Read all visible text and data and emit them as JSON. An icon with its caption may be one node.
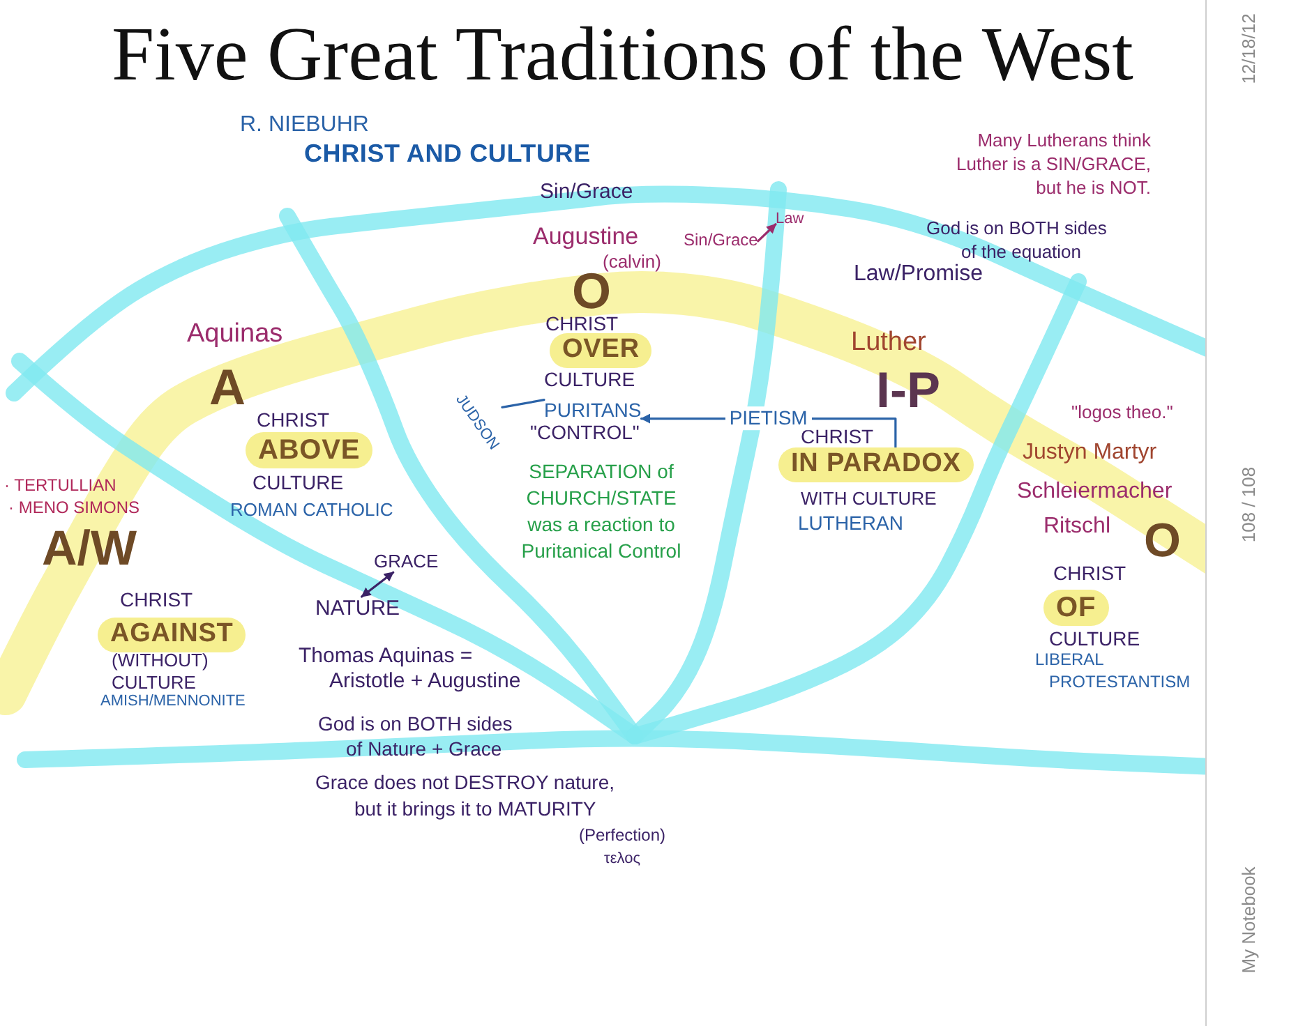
{
  "diagram": {
    "title": "Five Great Traditions of the West",
    "nodes": [
      {
        "text": [
          "Sin/Grace"
        ]
      },
      {
        "text": [
          "Law"
        ]
      },
      {
        "text": [
          "OVER"
        ],
        "beside": [
          "CHRIST",
          "CULTURE"
        ]
      },
      {
        "text": [
          "JUDSON"
        ]
      },
      {
        "text": [
          "PURITANS"
        ]
      },
      {
        "text": [
          "ABOVE"
        ],
        "beside": [
          "CHRIST",
          "CULTURE"
        ]
      },
      {
        "text": [
          "IN PARADOX"
        ],
        "beside": [
          "CHRIST",
          "WITH CULTURE"
        ]
      },
      {
        "text": [
          "GRACE"
        ]
      },
      {
        "text": [
          "OF"
        ],
        "beside": [
          "CHRIST",
          "CULTURE"
        ]
      },
      {
        "text": [
          "NATURE"
        ]
      },
      {
        "text": [
          "AGAINST"
        ],
        "beside": [
          "CHRIST",
          "(WITHOUT) CULTURE"
        ]
      }
    ],
    "edges": [
      {
        "from": 0,
        "to": 1,
        "arrow": "to",
        "color": "#9b2c6c"
      },
      {
        "from": 3,
        "to": 4,
        "arrow": "none"
      },
      {
        "from": 6,
        "to": 4,
        "arrow": "to",
        "label": "PIETISM"
      },
      {
        "from": 9,
        "to": 7,
        "arrow": "both",
        "color": "#3b2266"
      }
    ],
    "labels": [
      "R. NIEBUHR",
      "CHRIST AND CULTURE",
      "Many Lutherans think Luther is a SIN/GRACE, but he is NOT.",
      "Sin/Grace",
      "Augustine",
      "(calvin)",
      "God is on BOTH sides of the equation",
      "Law/Promise",
      "Aquinas",
      "A",
      "O",
      "Luther",
      "I-P",
      "\"CONTROL\"",
      "\"logos theo.\"",
      "Justyn Martyr",
      "· TERTULLIAN",
      "· MENO SIMONS",
      "SEPARATION of CHURCH/STATE was a reaction to Puritanical Control",
      "ROMAN CATHOLIC",
      "LUTHERAN",
      "Schleiermacher",
      "Ritschl",
      "O",
      "A/W",
      "LIBERAL PROTESTANTISM",
      "AMISH/MENNONITE",
      "Thomas Aquinas = Aristotle + Augustine",
      "God is on BOTH sides of Nature + Grace",
      "Grace does not DESTROY nature, but it brings it to MATURITY",
      "(Perfection)",
      "τελος",
      "12/18/12",
      "108 / 108",
      "My Notebook"
    ]
  }
}
